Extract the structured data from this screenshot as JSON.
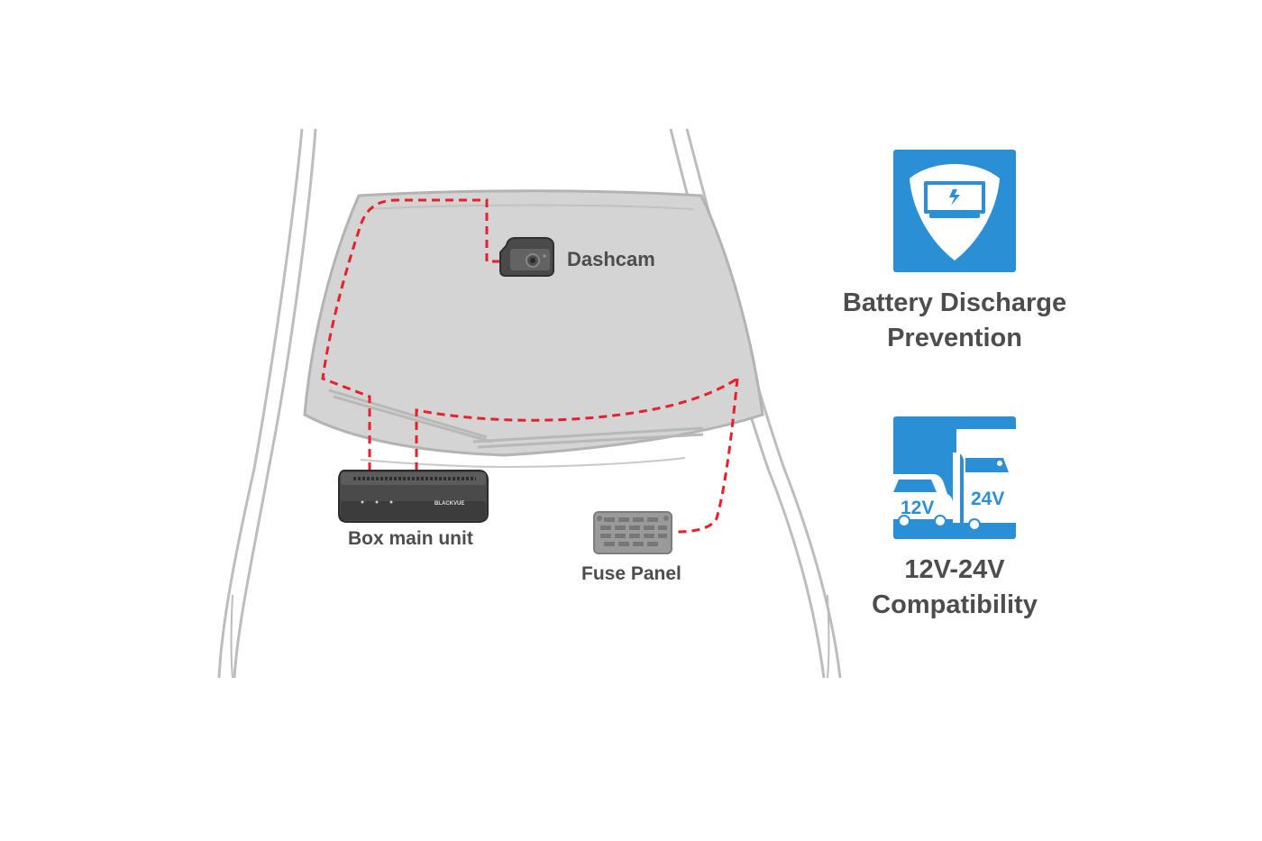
{
  "diagram": {
    "components": {
      "dashcam": "Dashcam",
      "box_main_unit": "Box main unit",
      "fuse_panel": "Fuse Panel",
      "box_brand": "BLACKVUE"
    },
    "features": [
      {
        "icon": "battery-shield-icon",
        "line1": "Battery Discharge",
        "line2": "Prevention"
      },
      {
        "icon": "car-truck-voltage-icon",
        "line1": "12V-24V",
        "line2": "Compatibility",
        "badge_left": "12V",
        "badge_right": "24V"
      }
    ]
  },
  "colors": {
    "wire": "#e8202a",
    "icon_bg": "#2b8fd6",
    "car_outline": "#bdbdbd",
    "windshield": "#d4d4d4",
    "text": "#4d4d4d"
  }
}
